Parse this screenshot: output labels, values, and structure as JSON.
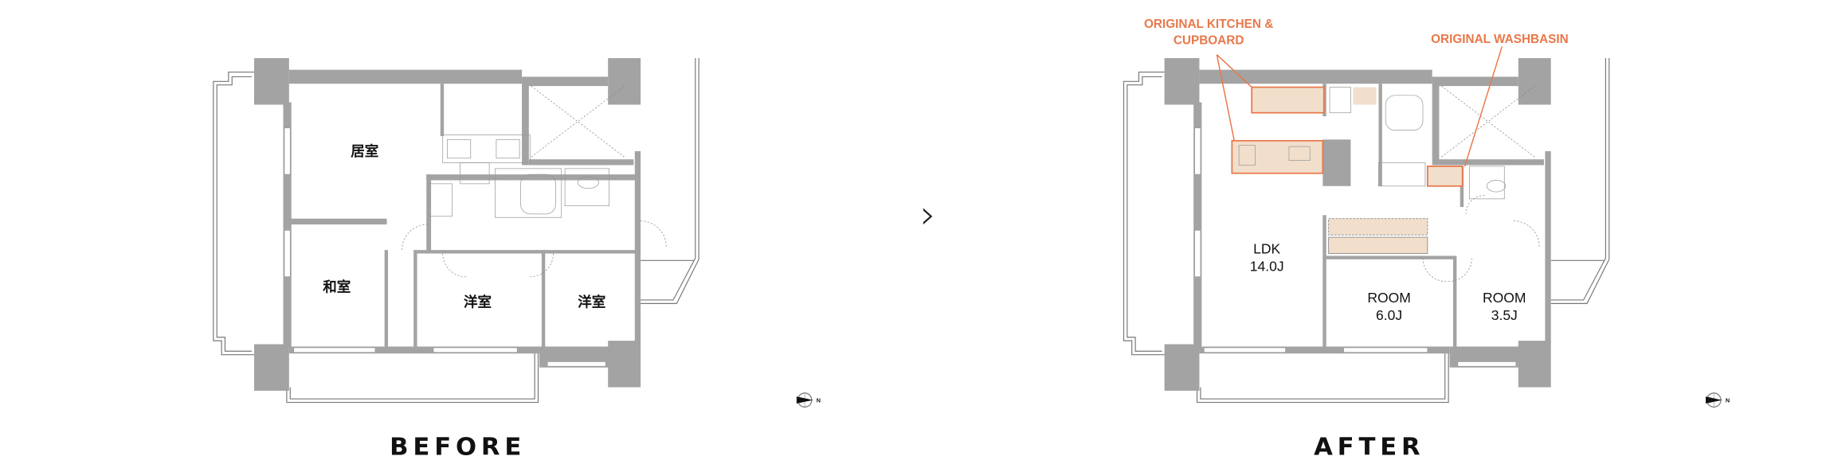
{
  "before": {
    "title": "BEFORE",
    "rooms": [
      {
        "label": "居室"
      },
      {
        "label": "和室"
      },
      {
        "label": "洋室"
      },
      {
        "label": "洋室"
      }
    ],
    "compass_label": "N"
  },
  "after": {
    "title": "AFTER",
    "rooms": [
      {
        "label": "LDK",
        "size": "14.0J"
      },
      {
        "label": "ROOM",
        "size": "6.0J"
      },
      {
        "label": "ROOM",
        "size": "3.5J"
      }
    ],
    "annotations": [
      {
        "line1": "ORIGINAL KITCHEN &",
        "line2": "CUPBOARD"
      },
      {
        "line1": "ORIGINAL WASHBASIN"
      }
    ],
    "compass_label": "N"
  },
  "arrow": "›",
  "colors": {
    "accent": "#e8784a",
    "highlight_fill": "#f1dfcc",
    "wall": "#a3a3a3"
  }
}
